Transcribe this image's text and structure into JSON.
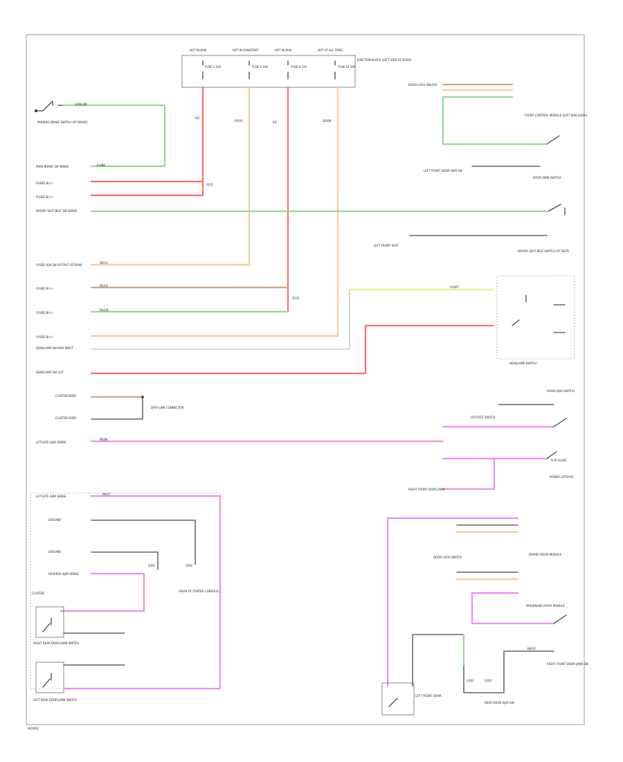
{
  "diagram": {
    "code": "W2002",
    "colors": {
      "green": "#8fdc8f",
      "red": "#ff6b6b",
      "orange": "#ffc796",
      "brown": "#c8aa78",
      "yellow": "#ecec8a",
      "pink": "#ee8cee",
      "black": "#444444",
      "gray": "#bdbdbd"
    },
    "fuse_box": {
      "headers": [
        "HOT IN RUN",
        "HOT IN RUN/START",
        "HOT IN RUN",
        "HOT AT ALL TIMES"
      ],
      "fuses": [
        "FUSE 1 10A",
        "FUSE 5 10A",
        "FUSE 8 15A",
        "FUSE 11 10A"
      ],
      "title": "JUNCTION BLOCK (LEFT SIDE OF DASH)"
    },
    "left_labels": {
      "parking_brake": "PARKING BRAKE SWITCH (AT BRAKE)",
      "brake_sw": "PARK BRAKE SW SENSE",
      "fused_b1": "FUSED B(+)",
      "fused_b2": "FUSED B(+)",
      "driver_seatbelt": "DRIVER SEAT BELT SW SENSE",
      "fused_ign": "FUSED IGN SW OUTPUT (ST/RUN)",
      "fused_b3": "FUSED B(+)",
      "fused_b4": "FUSED B(+)",
      "fused_b5": "FUSED B(+)",
      "headlamp_input": "HEADLAMP SW MUX INPUT",
      "headlamp_out": "HEADLAMP SW OUT",
      "cluster_body": "CLUSTER BODY",
      "cluster_body2": "CLUSTER BODY",
      "data_bus": "DATA LINK CONNECTOR",
      "liftgate": "LIFTGATE AJAR SENSE",
      "ground1": "GROUND",
      "ground2": "GROUND",
      "reverse_sense": "REVERSE AJAR SENSE",
      "cluster": "CLUSTER",
      "right_rear_door": "RIGHT REAR DOOR JAMB SWITCH",
      "left_rear_door": "LEFT REAR DOOR JAMB SWITCH",
      "ground_note": "(REAR OF CENTER CONSOLE)"
    },
    "right_labels": {
      "door_lock": "DOOR LOCK UNLOCK",
      "front_module": "FRONT CONTROL MODULE (LEFT SIDE DASH)",
      "lf_ajar": "LEFT FRONT DOOR AJAR SW",
      "door_jamb": "DOOR JAMB SWITCH",
      "left_front": "LEFT FRONT SEAT",
      "seat_belt": "DRIVER SEAT BELT SWITCH (AT SEAT)",
      "headlamp_switch": "HEADLAMP SWITCH",
      "hood_sw": "HOOD AJAR SWITCH",
      "liftgate_sw": "LIFTGATE SWITCH",
      "liftgate_flip": "FLIP GLASS",
      "power_liftgate": "POWER LIFTGATE",
      "right_front": "RIGHT FRONT DOOR JAMB",
      "driver_door": "DRIVER DOOR MODULE",
      "passenger_door": "PASSENGER DOOR MODULE",
      "right_front_sw": "RIGHT FRONT DOOR JAMB SW",
      "ground_right": "G301",
      "ground_left": "G302",
      "door_lock_sw": "DOOR LOCK SWITCH",
      "rear_door_sw": "REAR DOOR AJAR SW",
      "left_front_door": "LEFT FRONT DOOR"
    },
    "wire_codes": {
      "green_tan": "G/WH BK",
      "red": "RD",
      "red2": "RD",
      "green_br": "LG/BK",
      "orange": "OR/YL",
      "brown": "BR/LG",
      "green_lt": "DG/LB",
      "orange2": "OR/BK",
      "pink": "PK/BK",
      "yellow": "YL/WT",
      "gray_bk": "BK/GY",
      "pink2": "PK/VT"
    },
    "splice": [
      "S101",
      "S103",
      "S301",
      "S302"
    ]
  }
}
